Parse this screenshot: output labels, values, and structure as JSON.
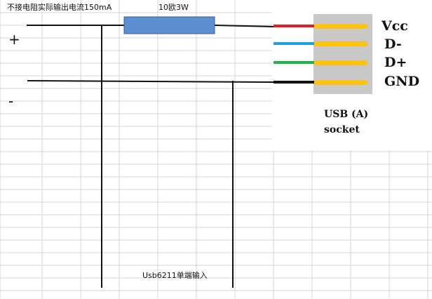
{
  "labels": {
    "top_note": "不接电阻实际输出电流150mA",
    "resistor": "10欧3W",
    "plus": "+",
    "minus": "-",
    "bottom_note": "Usb6211单端输入"
  },
  "usb": {
    "pins": [
      {
        "label": "Vcc",
        "wire_color": "#e02020"
      },
      {
        "label": "D-",
        "wire_color": "#1aa0e6"
      },
      {
        "label": "D+",
        "wire_color": "#22b04b"
      },
      {
        "label": "GND",
        "wire_color": "#111111"
      }
    ],
    "socket_line1": "USB (A)",
    "socket_line2": "socket",
    "body_color": "#c8c8c8",
    "pin_color": "#ffc20e"
  },
  "colors": {
    "grid": "#d4d4d4",
    "resistor_fill": "#5b8fd0",
    "resistor_stroke": "#3b5f8c",
    "wire": "#111111"
  }
}
